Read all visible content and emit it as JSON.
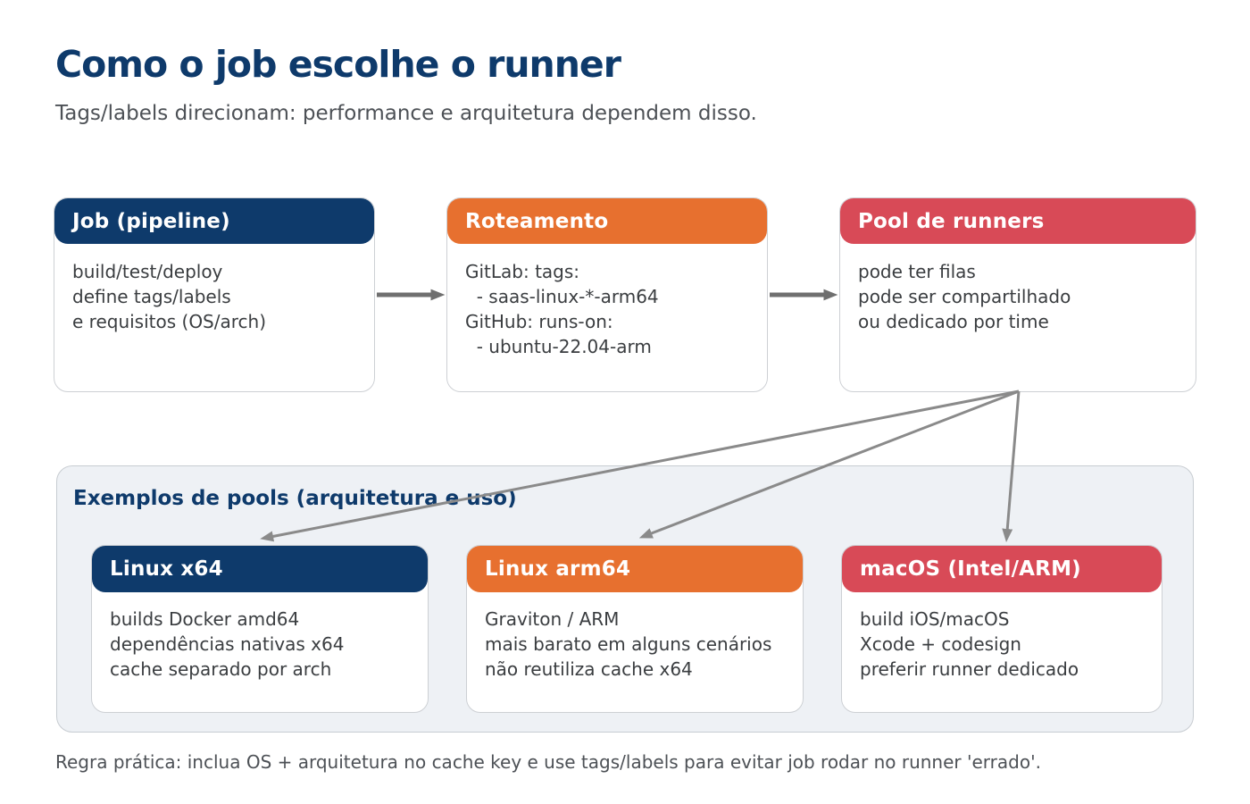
{
  "header": {
    "title": "Como o job escolhe o runner",
    "subtitle": "Tags/labels direcionam: performance e arquitetura dependem disso."
  },
  "flow_boxes": [
    {
      "id": "job",
      "title": "Job (pipeline)",
      "color": "#0e3a6b",
      "lines": [
        "build/test/deploy",
        "define tags/labels",
        "e requisitos (OS/arch)"
      ]
    },
    {
      "id": "routing",
      "title": "Roteamento",
      "color": "#e7702f",
      "lines": [
        "GitLab: tags:",
        "  - saas-linux-*-arm64",
        "GitHub: runs-on:",
        "  - ubuntu-22.04-arm"
      ]
    },
    {
      "id": "pool",
      "title": "Pool de runners",
      "color": "#d84a57",
      "lines": [
        "pode ter filas",
        "pode ser compartilhado",
        "ou dedicado por time"
      ]
    }
  ],
  "examples_panel": {
    "title": "Exemplos de pools (arquitetura e uso)",
    "background": "#eef1f5",
    "boxes": [
      {
        "id": "linux-x64",
        "title": "Linux x64",
        "color": "#0e3a6b",
        "lines": [
          "builds Docker amd64",
          "dependências nativas x64",
          "cache separado por arch"
        ]
      },
      {
        "id": "linux-arm64",
        "title": "Linux arm64",
        "color": "#e7702f",
        "lines": [
          "Graviton / ARM",
          "mais barato em alguns cenários",
          "não reutiliza cache x64"
        ]
      },
      {
        "id": "macos",
        "title": "macOS (Intel/ARM)",
        "color": "#d84a57",
        "lines": [
          "build iOS/macOS",
          "Xcode + codesign",
          "preferir runner dedicado"
        ]
      }
    ]
  },
  "footer": {
    "note": "Regra prática: inclua OS + arquitetura no cache key e use tags/labels para evitar job rodar no runner 'errado'."
  },
  "colors": {
    "title_navy": "#0e3a6b",
    "header_navy": "#0e3a6b",
    "header_orange": "#e7702f",
    "header_red": "#d84a57",
    "panel_background": "#eef1f5",
    "arrow_gray": "#8a8a8a",
    "arrow_dark_gray": "#6f6f6f",
    "body_text": "#3a3d40",
    "muted_text": "#4d5156"
  }
}
